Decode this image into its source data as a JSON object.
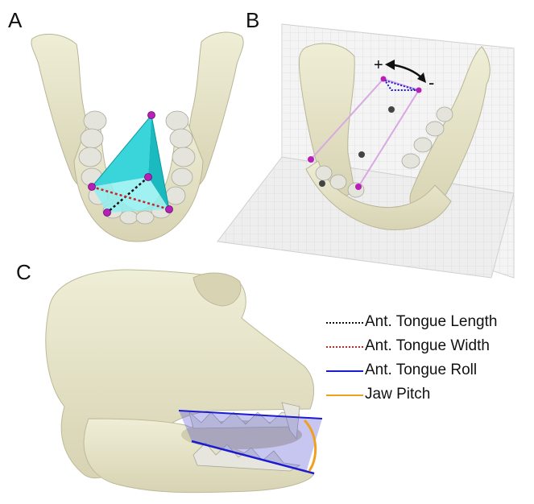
{
  "panels": {
    "a": "A",
    "b": "B",
    "c": "C"
  },
  "panel_b": {
    "plus": "+",
    "minus": "-"
  },
  "legend": [
    {
      "label": "Ant. Tongue Length",
      "color": "#111111",
      "style": "dotted"
    },
    {
      "label": "Ant. Tongue Width",
      "color": "#cc2222",
      "style": "dotted"
    },
    {
      "label": "Ant. Tongue Roll",
      "color": "#1a1ad0",
      "style": "solid"
    },
    {
      "label": "Jaw Pitch",
      "color": "#f0a020",
      "style": "solid"
    }
  ],
  "colors": {
    "bone": "#e9e7cc",
    "bone_shadow": "#c9c5a6",
    "teeth": "#dcdcd4",
    "tetra": "#19c9cf",
    "marker": "#b81fb8",
    "grid": "#dedede"
  }
}
